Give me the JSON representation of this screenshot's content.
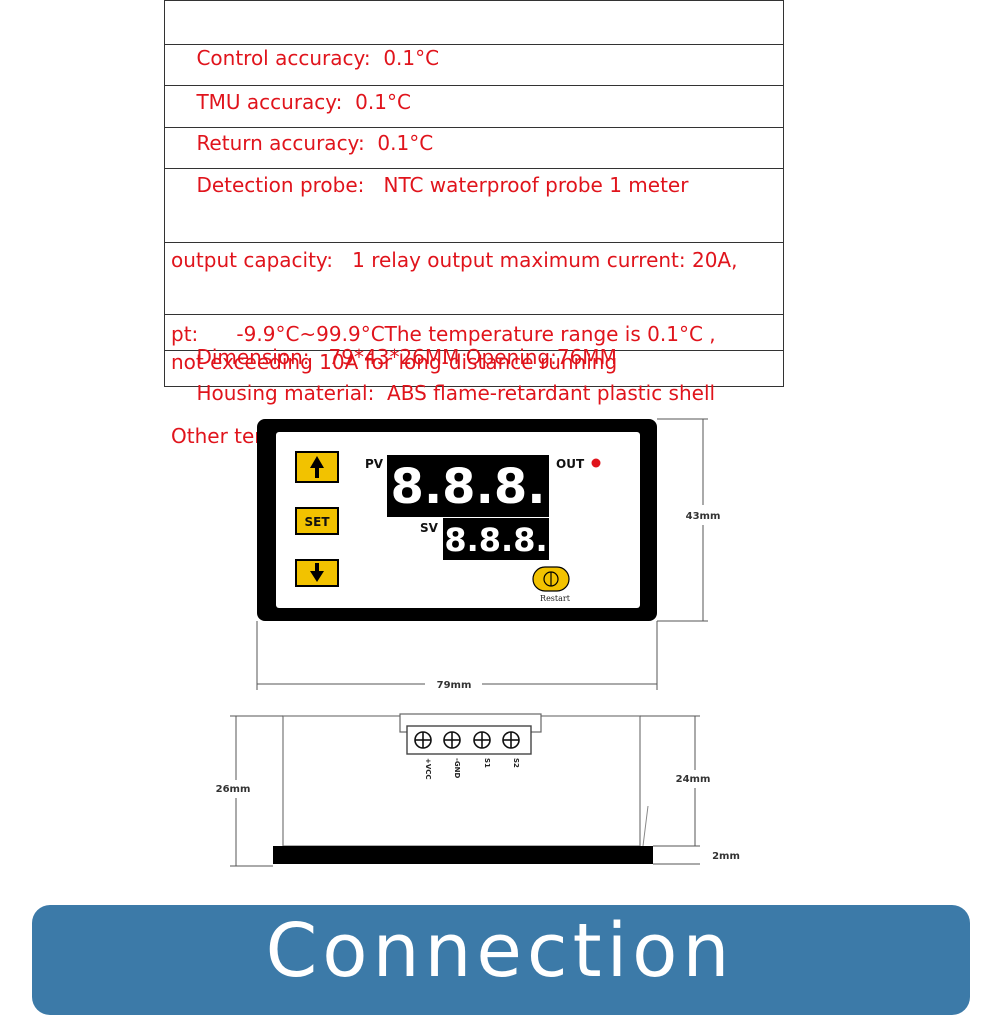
{
  "specs": [
    {
      "lines": [
        "Control accuracy:  0.1°C"
      ]
    },
    {
      "lines": [
        "TMU accuracy:  0.1°C"
      ]
    },
    {
      "lines": [
        "Return accuracy:  0.1°C"
      ]
    },
    {
      "lines": [
        "Detection probe:   NTC waterproof probe 1 meter"
      ]
    },
    {
      "lines": [
        "output capacity:   1 relay output maximum current: 20A,",
        "not exceeding 10A for long-distance running"
      ]
    },
    {
      "lines": [
        "pt:      -9.9°C~99.9°CThe temperature range is 0.1°C ,",
        "Other temperature ranges are1°C"
      ]
    },
    {
      "lines": [
        "Dimension:   79*43*26MM Opening:76MM"
      ]
    },
    {
      "lines": [
        "Housing material:  ABS flame-retardant plastic shell"
      ]
    }
  ],
  "front_panel": {
    "pv_label": "PV",
    "sv_label": "SV",
    "out_label": "OUT",
    "pv_display": "8.8.8.",
    "sv_display": "8.8.8.",
    "set_label": "SET",
    "restart_label": "Restart",
    "width_dim": "79mm",
    "height_dim": "43mm"
  },
  "side_view": {
    "terminals": [
      "+VCC",
      "-GND",
      "S1",
      "S2"
    ],
    "height_dim": "26mm",
    "body_dim": "24mm",
    "base_dim": "2mm"
  },
  "banner": {
    "title": "Connection"
  },
  "colors": {
    "spec_text": "#e0141c",
    "banner_bg": "#3c7aa8",
    "button_yellow": "#f2c200",
    "out_led": "#e0141c"
  }
}
